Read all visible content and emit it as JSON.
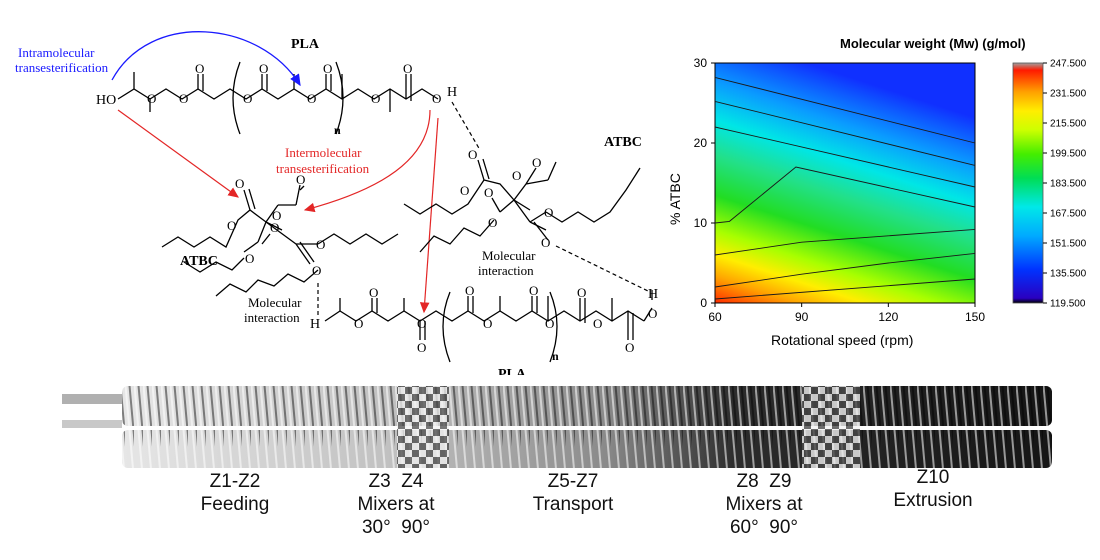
{
  "chemistry": {
    "pla_top": "PLA",
    "pla_bottom": "PLA",
    "atbc_left": "ATBC",
    "atbc_right": "ATBC",
    "ho": "HO",
    "h_right": "H",
    "h_left": "H",
    "h_bottom_right": "H",
    "o_symbol": "O",
    "n_sub": "n",
    "intra_line1": "Intramolecular",
    "intra_line2": "transesterification",
    "inter_line1": "Intermolecular",
    "inter_line2": "transesterification",
    "molint_line1": "Molecular",
    "molint_line2": "interaction",
    "colors": {
      "intra": "#1a1aff",
      "inter": "#e32626",
      "bond": "#000000"
    }
  },
  "chart_data": {
    "type": "contour",
    "title": "Molecular weight (Mw) (g/mol)",
    "xlabel": "Rotational speed (rpm)",
    "ylabel": "% ATBC",
    "xlim": [
      60,
      150
    ],
    "ylim": [
      0,
      30
    ],
    "x_ticks": [
      "60",
      "90",
      "120",
      "150"
    ],
    "y_ticks": [
      "0",
      "10",
      "20",
      "30"
    ],
    "colorbar_levels": [
      "247.500",
      "231.500",
      "215.500",
      "199.500",
      "183.500",
      "167.500",
      "151.500",
      "135.500",
      "119.500"
    ],
    "colorbar_range": [
      119.5,
      247.5
    ],
    "contour_lines": [
      {
        "points": [
          [
            60,
            0.5
          ],
          [
            150,
            3.0
          ]
        ]
      },
      {
        "points": [
          [
            60,
            2.0
          ],
          [
            90,
            3.6
          ],
          [
            120,
            5.0
          ],
          [
            150,
            6.2
          ]
        ]
      },
      {
        "points": [
          [
            60,
            6.0
          ],
          [
            90,
            7.6
          ],
          [
            150,
            9.2
          ]
        ]
      },
      {
        "points": [
          [
            60,
            10.0
          ],
          [
            65,
            10.2
          ],
          [
            88,
            17.0
          ],
          [
            150,
            12.0
          ]
        ]
      },
      {
        "points": [
          [
            60,
            22.0
          ],
          [
            150,
            14.5
          ]
        ]
      },
      {
        "points": [
          [
            60,
            25.2
          ],
          [
            150,
            17.2
          ]
        ]
      },
      {
        "points": [
          [
            60,
            28.2
          ],
          [
            150,
            20.0
          ]
        ]
      }
    ]
  },
  "extruder": {
    "zones": [
      {
        "id": "Z1-Z2",
        "label": "Feeding"
      },
      {
        "id": "Z3  Z4",
        "label": "Mixers at",
        "label2": "30°  90°"
      },
      {
        "id": "Z5-Z7",
        "label": "Transport"
      },
      {
        "id": "Z8  Z9",
        "label": "Mixers at",
        "label2": "60°  90°"
      },
      {
        "id": "Z10",
        "label": "Extrusion"
      }
    ]
  }
}
